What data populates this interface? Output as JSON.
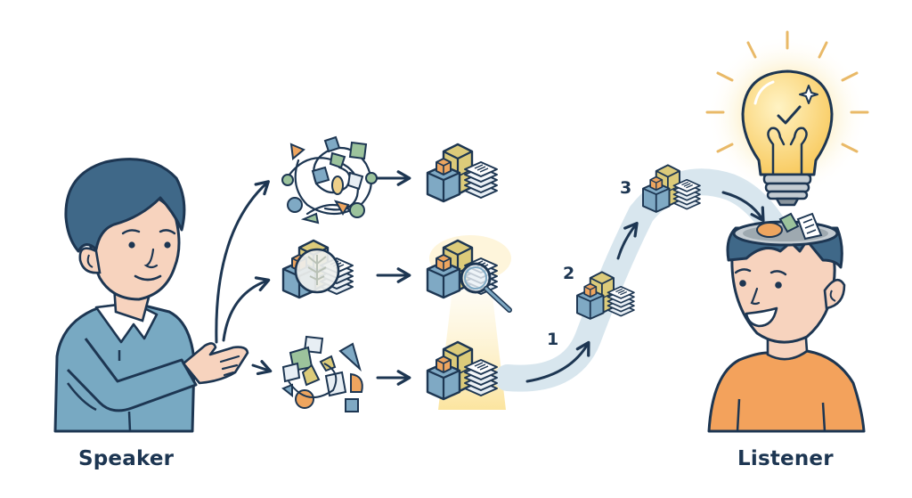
{
  "diagram": {
    "title": "Speaker to Listener communication: structuring ideas for transfer",
    "speaker": {
      "label": "Speaker"
    },
    "listener": {
      "label": "Listener"
    },
    "branches": [
      {
        "id": "chaotic",
        "input": "tangled-scribble-of-shapes",
        "output": "cube-stack-with-documents"
      },
      {
        "id": "magnified",
        "input": "cube-stack-under-magnifier",
        "output": "cube-stack-inspected-with-magnifier"
      },
      {
        "id": "scattered",
        "input": "scattered-shapes",
        "output": "highlighted-cube-stack"
      }
    ],
    "steps": [
      {
        "number": "1"
      },
      {
        "number": "2"
      },
      {
        "number": "3"
      }
    ],
    "idea": {
      "icon": "lightbulb-icon",
      "state": "checked"
    },
    "colors": {
      "outline": "#1d3652",
      "hair": "#3f6888",
      "skin": "#f7d3be",
      "speaker_shirt": "#78a9c2",
      "listener_shirt": "#f3a25c",
      "cube_blue": "#7fa9c4",
      "cube_green": "#9cc39c",
      "cube_yellow": "#dccb7a",
      "cube_orange": "#eea55f",
      "path_band": "#d8e6ee",
      "glow": "#fbe6a4",
      "bulb": "#fbd36d",
      "rays": "#e9b967"
    }
  }
}
